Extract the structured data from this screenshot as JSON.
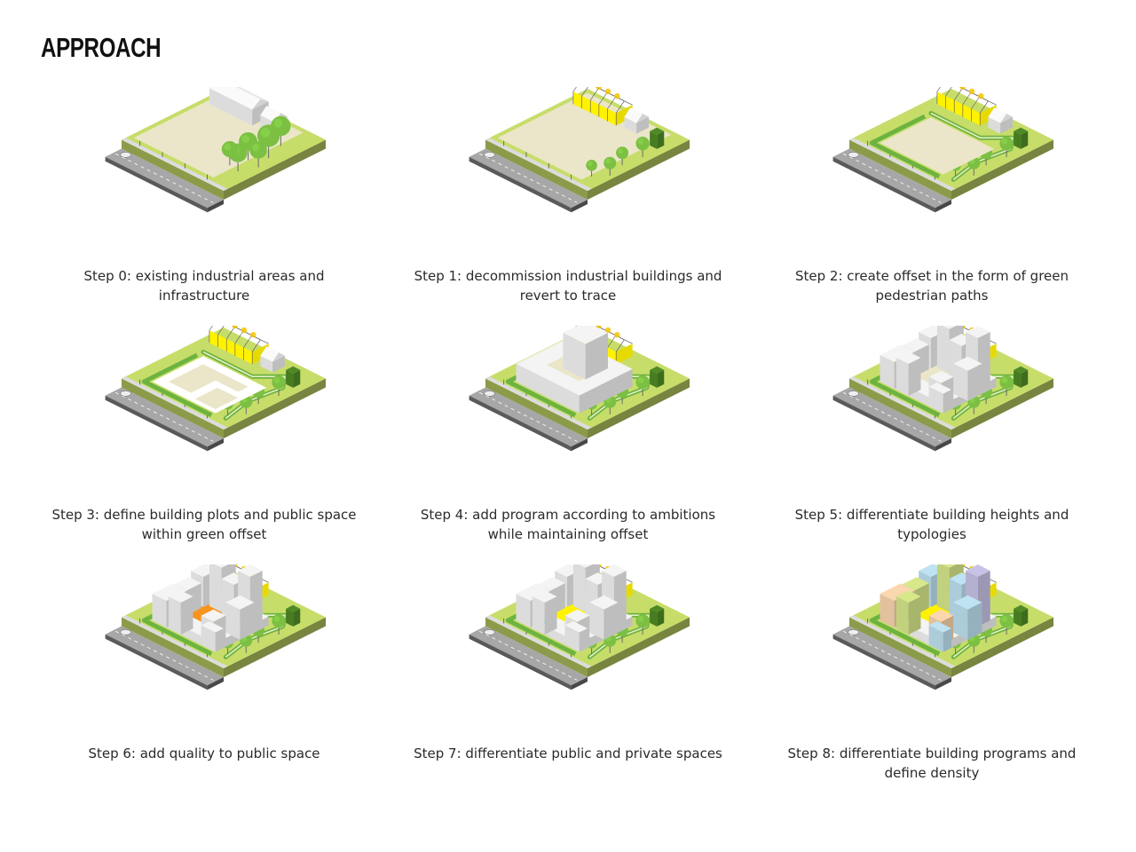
{
  "title": "APPROACH",
  "colors": {
    "grass": "#c7dd6a",
    "grass_dark": "#8fb838",
    "path_green": "#6db33f",
    "plot_sand": "#ebe6c9",
    "road": "#a7a7a7",
    "road_edge": "#5a5a5a",
    "sidewalk": "#dcdcdc",
    "building_white": "#f4f4f4",
    "greenhouse_yellow": "#fff200",
    "public_orange": "#f7941d",
    "private_yellow": "#fff200",
    "prog_blue": "#bfe3f2",
    "prog_lime": "#d7e88b",
    "prog_peach": "#fad7ae",
    "prog_purple": "#c8c3e6",
    "tree": "#7cc043",
    "tree_dark": "#4f8a25"
  },
  "steps": [
    {
      "id": 0,
      "caption": "Step 0: existing industrial areas and infrastructure"
    },
    {
      "id": 1,
      "caption": "Step 1: decommission industrial buildings and revert to trace"
    },
    {
      "id": 2,
      "caption": "Step 2: create offset in the form of green pedestrian paths"
    },
    {
      "id": 3,
      "caption": "Step 3: define building plots and public space within green offset"
    },
    {
      "id": 4,
      "caption": "Step 4: add program according to ambitions while maintaining offset"
    },
    {
      "id": 5,
      "caption": "Step 5: differentiate building heights and typologies"
    },
    {
      "id": 6,
      "caption": "Step 6: add quality to public space"
    },
    {
      "id": 7,
      "caption": "Step 7: differentiate public and private spaces"
    },
    {
      "id": 8,
      "caption": "Step 8: differentiate building programs and define density"
    }
  ]
}
